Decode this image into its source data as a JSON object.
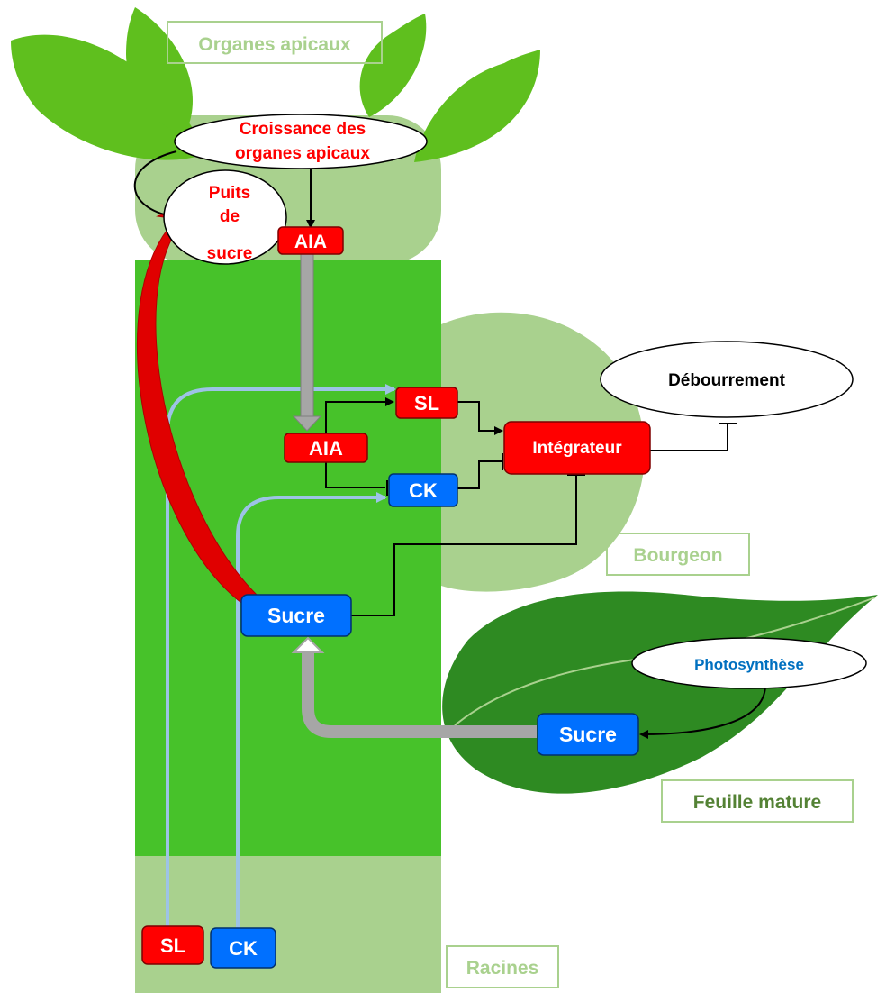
{
  "labels": {
    "organes_apicaux": "Organes apicaux",
    "bourgeon": "Bourgeon",
    "feuille_mature": "Feuille mature",
    "racines": "Racines"
  },
  "nodes": {
    "croissance_line1": "Croissance des",
    "croissance_line2": "organes apicaux",
    "puits_line1": "Puits",
    "puits_line2": "de",
    "puits_line3": "sucre",
    "aia_top": "AIA",
    "aia_mid": "AIA",
    "sl_mid": "SL",
    "ck_mid": "CK",
    "integrateur": "Intégrateur",
    "debourrement": "Débourrement",
    "sucre_stem": "Sucre",
    "photosynthese": "Photosynthèse",
    "sucre_leaf": "Sucre",
    "sl_root": "SL",
    "ck_root": "CK"
  },
  "colors": {
    "light_green": "#a9d18e",
    "stem_green": "#47c22a",
    "leaf_green": "#5fbf1e",
    "dark_leaf": "#2e8a22",
    "label_green": "#a9d18e",
    "dark_label": "#548235",
    "red_box": "#ff0000",
    "blue_box": "#0070ff",
    "red_text": "#ff0000",
    "blue_text": "#0070c0",
    "pale_blue_line": "#9dc3e6",
    "gray_arrow": "#a6a6a6"
  }
}
